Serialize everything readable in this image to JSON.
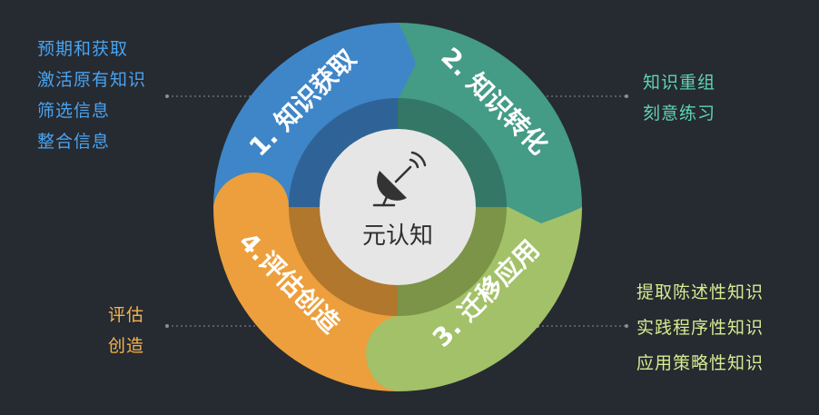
{
  "center": {
    "label": "元认知",
    "icon": "satellite-dish-icon"
  },
  "segments": [
    {
      "id": "acquire",
      "label": "1. 知识获取",
      "color": "#3e86c8",
      "inner_color": "#2f6398"
    },
    {
      "id": "transform",
      "label": "2. 知识转化",
      "color": "#449b86",
      "inner_color": "#347766"
    },
    {
      "id": "transfer",
      "label": "3. 迁移应用",
      "color": "#a2c168",
      "inner_color": "#7b9447"
    },
    {
      "id": "create",
      "label": "4.评估创造",
      "color": "#ec9f3c",
      "inner_color": "#b1772d"
    }
  ],
  "side_lists": {
    "acquire": {
      "color": "#4aa3ee",
      "items": [
        "预期和获取",
        "激活原有知识",
        "筛选信息",
        "整合信息"
      ]
    },
    "transform": {
      "color": "#5fd3b8",
      "items": [
        "知识重组",
        "刻意练习"
      ]
    },
    "transfer": {
      "color": "#d6eb92",
      "items": [
        "提取陈述性知识",
        "实践程序性知识",
        "应用策略性知识"
      ]
    },
    "create": {
      "color": "#f4b44a",
      "items": [
        "评估",
        "创造"
      ]
    }
  }
}
